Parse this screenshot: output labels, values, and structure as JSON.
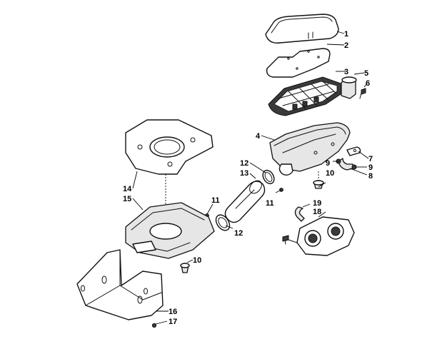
{
  "callouts": {
    "c1": "1",
    "c2": "2",
    "c3": "3",
    "c4": "4",
    "c5": "5",
    "c6": "6",
    "c7": "7",
    "c8": "8",
    "c9a": "9",
    "c9b": "9",
    "c10a": "10",
    "c10b": "10",
    "c11a": "11",
    "c11b": "11",
    "c12a": "12",
    "c12b": "12",
    "c13": "13",
    "c14": "14",
    "c15": "15",
    "c16": "16",
    "c17": "17",
    "c18": "18",
    "c19": "19"
  }
}
